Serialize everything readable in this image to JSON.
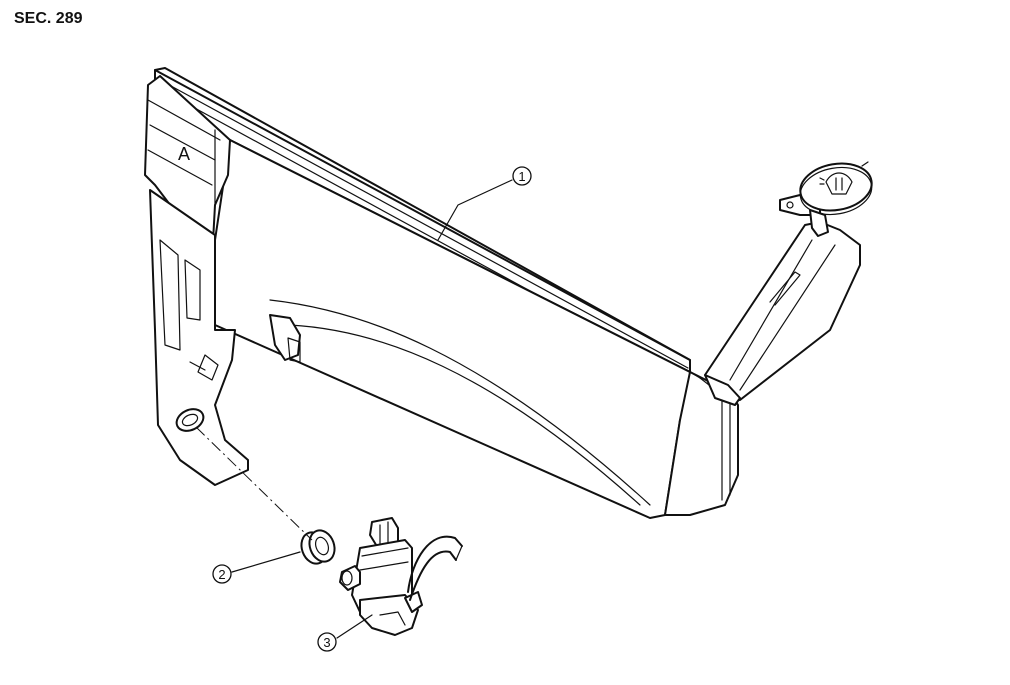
{
  "section_label": "SEC. 289",
  "view_letter": "A",
  "callouts": [
    {
      "number": "1"
    },
    {
      "number": "2"
    },
    {
      "number": "3"
    }
  ]
}
